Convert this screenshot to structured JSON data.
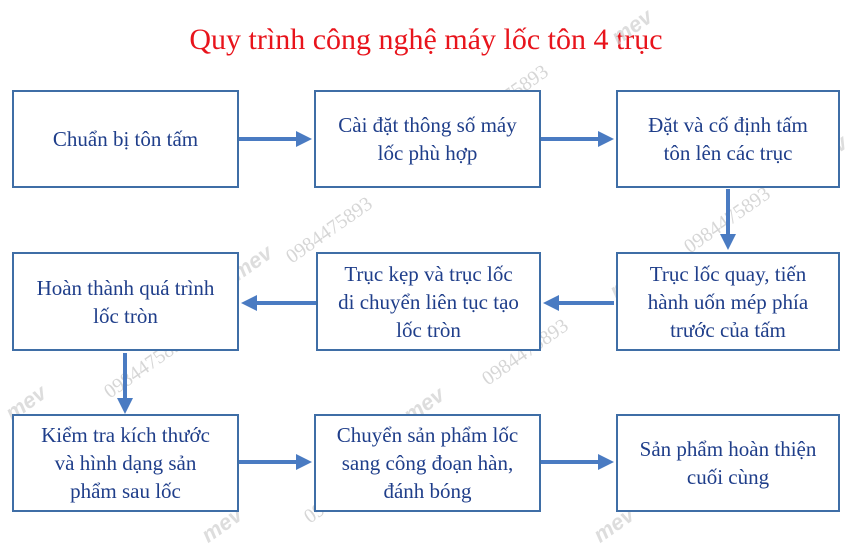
{
  "title": "Quy trình công nghệ máy lốc tôn 4 trục",
  "watermark": {
    "phone": "0984475893",
    "logo": "mev"
  },
  "steps": [
    "Chuẩn bị tôn tấm",
    "Cài đặt thông số máy\nlốc phù hợp",
    "Đặt và cố định tấm\ntôn lên các trục",
    "Trục lốc quay, tiến\nhành uốn mép phía\ntrước của tấm",
    "Trục kẹp và trục lốc\ndi chuyển liên tục tạo\nlốc tròn",
    "Hoàn thành quá trình\nlốc tròn",
    "Kiểm tra kích thước\nvà hình dạng sản\nphẩm sau lốc",
    "Chuyển sản phẩm lốc\nsang công đoạn hàn,\nđánh bóng",
    "Sản phẩm hoàn thiện\ncuối cùng"
  ],
  "colors": {
    "title": "#e8141c",
    "text": "#1f3e8a",
    "border": "#3f6ea6",
    "arrow": "#4a7bc2"
  }
}
